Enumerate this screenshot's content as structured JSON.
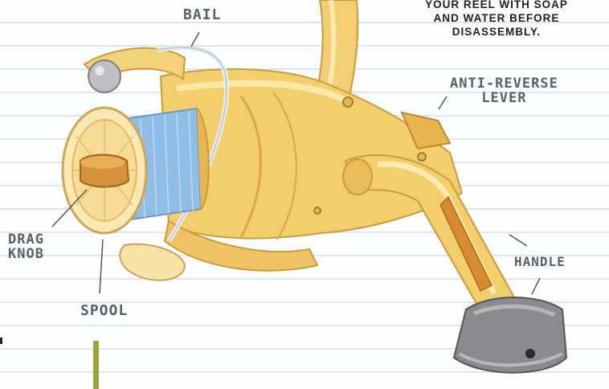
{
  "note": {
    "lines": [
      "YOUR REEL WITH SOAP",
      "AND WATER BEFORE",
      "DISASSEMBLY."
    ]
  },
  "labels": {
    "bail": "BAIL",
    "anti_reverse": [
      "ANTI-REVERSE",
      "LEVER"
    ],
    "drag_knob": [
      "DRAG",
      "KNOB"
    ],
    "spool": "SPOOL",
    "handle": "HANDLE"
  },
  "colors": {
    "body_yellow": "#f3cf6b",
    "body_shadow": "#d9a845",
    "line_blue": "#8fbde6",
    "knob_gray": "#8b8a8e",
    "accent_bar": "#9aa43a",
    "label_ink": "#5a5f66"
  },
  "icons": {
    "illustration": "spinning-reel-illustration"
  }
}
